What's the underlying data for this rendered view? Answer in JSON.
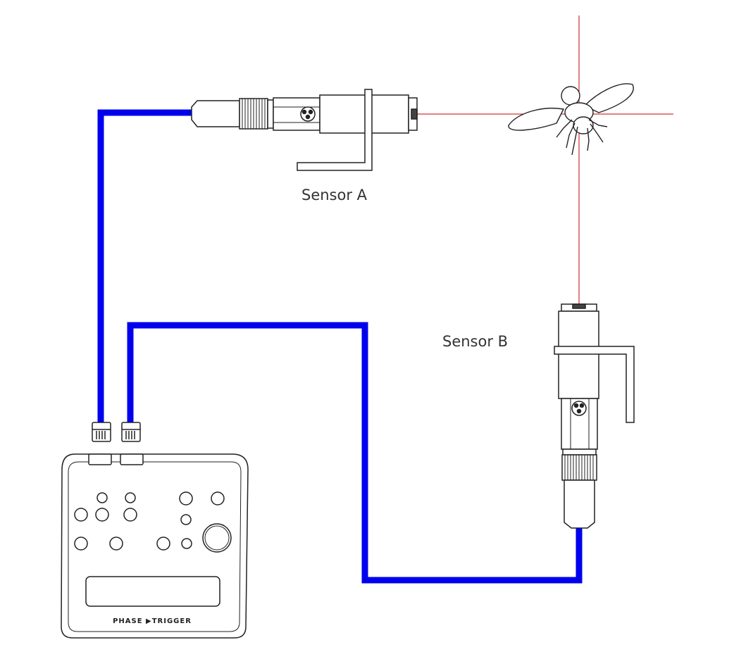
{
  "labels": {
    "sensor_a": "Sensor A",
    "sensor_b": "Sensor B",
    "device_brand": "PHASE ▶TRIGGER"
  },
  "colors": {
    "cable": "#0000ee",
    "laser": "#cc0000",
    "outline": "#222222",
    "background": "#ffffff"
  },
  "icons": {
    "subject": "insect-icon",
    "controller": "phase-trigger-device-icon",
    "sensor": "laser-sensor-icon"
  }
}
